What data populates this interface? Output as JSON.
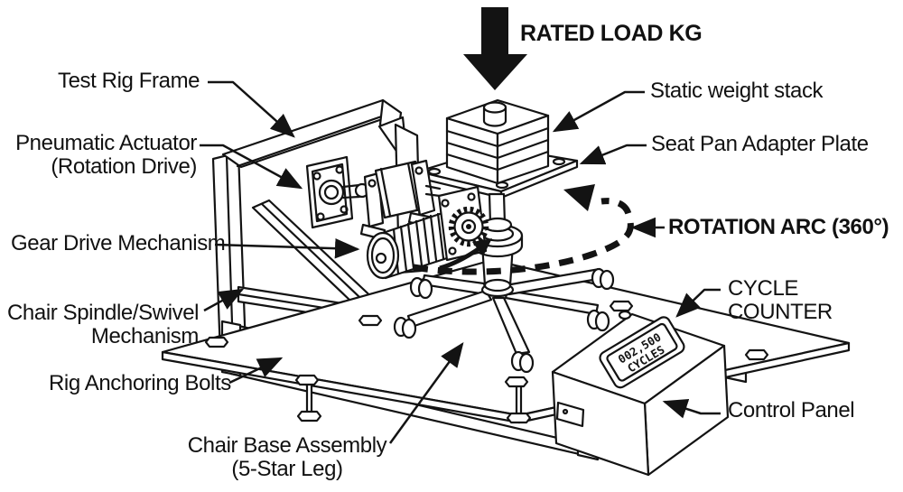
{
  "diagram": {
    "labels": {
      "rated_load": "RATED LOAD KG",
      "test_rig_frame": "Test Rig Frame",
      "pneumatic_actuator_line1": "Pneumatic Actuator",
      "pneumatic_actuator_line2": "(Rotation Drive)",
      "gear_drive": "Gear Drive Mechanism",
      "chair_spindle_line1": "Chair Spindle/Swivel",
      "chair_spindle_line2": "Mechanism",
      "rig_anchoring": "Rig Anchoring Bolts",
      "chair_base_line1": "Chair Base Assembly",
      "chair_base_line2": "(5-Star Leg)",
      "static_weight": "Static weight stack",
      "seat_pan": "Seat Pan Adapter Plate",
      "rotation_arc": "ROTATION ARC (360°)",
      "cycle_counter_line1": "CYCLE",
      "cycle_counter_line2": "COUNTER",
      "control_panel": "Control Panel"
    },
    "counter_display": {
      "value": "002,500",
      "unit": "CYCLES"
    },
    "colors": {
      "ink": "#131313",
      "background": "#ffffff"
    }
  }
}
